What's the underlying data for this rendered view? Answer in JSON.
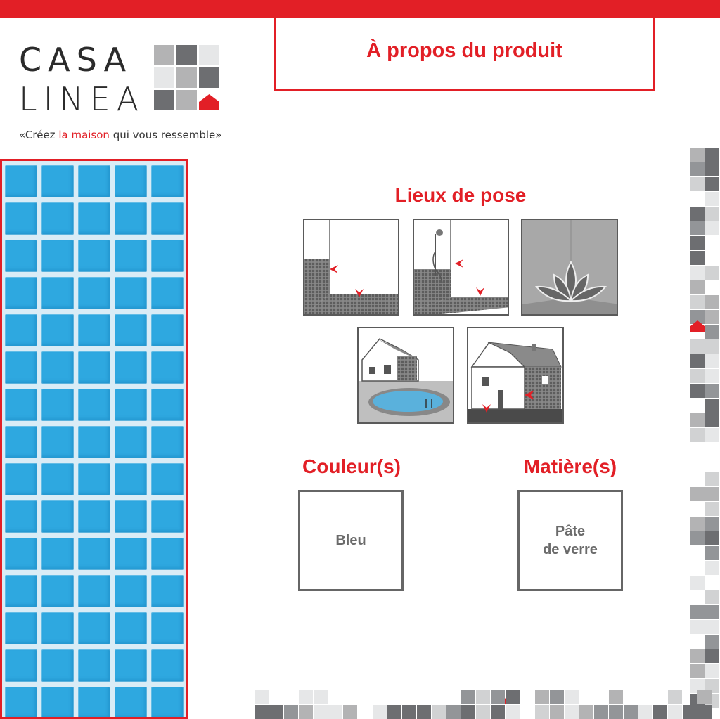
{
  "brand": {
    "line1": "CASA",
    "line2": "LINEA",
    "tagline_before": "«Créez ",
    "tagline_highlight": "la maison",
    "tagline_after": " qui vous ressemble»",
    "accent_color": "#e21f26"
  },
  "header": {
    "title": "À propos du produit"
  },
  "placement": {
    "title": "Lieux de pose",
    "items": [
      {
        "icon": "wall-floor-icon"
      },
      {
        "icon": "shower-icon"
      },
      {
        "icon": "lotus-decoration-icon"
      },
      {
        "icon": "house-pool-icon"
      },
      {
        "icon": "house-exterior-icon"
      }
    ]
  },
  "colors": {
    "title": "Couleur(s)",
    "value": "Bleu",
    "tile_color": "#2ea8e0"
  },
  "materials": {
    "title": "Matière(s)",
    "value": "Pâte\nde verre"
  }
}
